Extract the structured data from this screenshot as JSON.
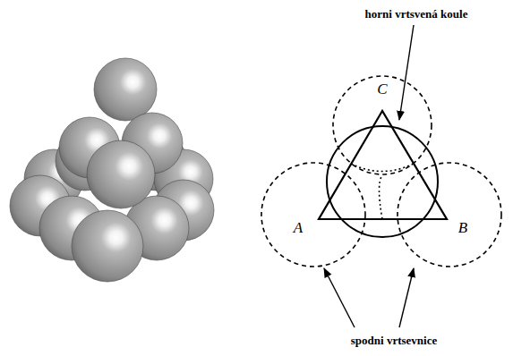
{
  "diagram": {
    "labels": [
      "horni vrtsvená koule",
      "C",
      "A",
      "B",
      "spodni vrtsevnice"
    ]
  }
}
